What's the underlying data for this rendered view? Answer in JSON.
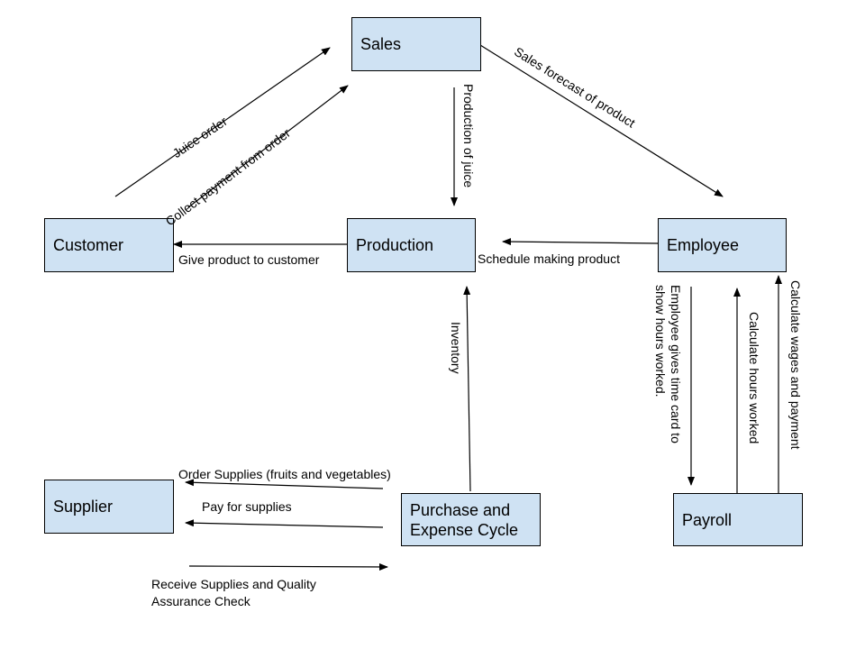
{
  "nodes": {
    "sales": "Sales",
    "customer": "Customer",
    "production": "Production",
    "employee": "Employee",
    "supplier": "Supplier",
    "purchase": "Purchase and\nExpense Cycle",
    "payroll": "Payroll"
  },
  "edges": {
    "juice_order": "Juice order",
    "collect_payment": "Collect payment from order",
    "production_of_juice": "Production of juice",
    "sales_forecast": "Sales forecast of product",
    "give_product": "Give product to customer",
    "schedule_making": "Schedule making product",
    "inventory": "Inventory",
    "time_card_line1": "Employee gives time card to",
    "time_card_line2": "show hours worked.",
    "calc_hours": "Calculate hours worked",
    "calc_wages": "Calculate wages and payment",
    "order_supplies": "Order Supplies (fruits and vegetables)",
    "pay_supplies": "Pay for supplies",
    "receive_line1": "Receive Supplies and Quality",
    "receive_line2": "Assurance Check"
  }
}
